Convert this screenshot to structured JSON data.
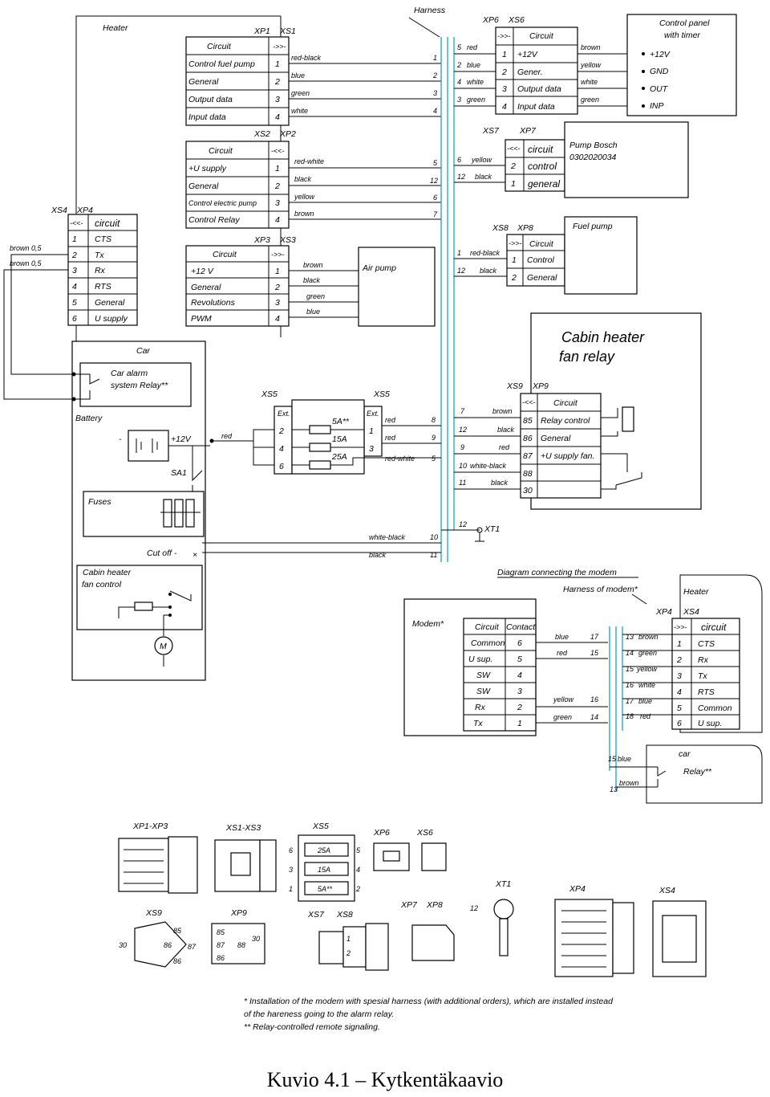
{
  "caption": "Kuvio 4.1 – Kytkentäkaavio",
  "labels": {
    "heater": "Heater",
    "harness": "Harness",
    "xp1": "XP1",
    "xs1": "XS1",
    "xs2": "XS2",
    "xp2": "XP2",
    "xp3": "XP3",
    "xs3": "XS3",
    "xs4": "XS4",
    "xp4": "XP4",
    "xp6": "XP6",
    "xs6": "XS6",
    "xs7": "XS7",
    "xp7": "XP7",
    "xs8": "XS8",
    "xp8": "XP8",
    "xs9": "XS9",
    "xp9": "XP9",
    "xs5": "XS5",
    "xt1": "XT1",
    "control_panel": "Control panel",
    "with_timer": "with timer",
    "pump_bosch": "Pump Bosch",
    "pump_bosch_no": "0302020034",
    "fuel_pump": "Fuel pump",
    "air_pump": "Air pump",
    "cabin_relay_1": "Cabin heater",
    "cabin_relay_2": "fan relay",
    "car": "Car",
    "car_alarm_1": "Car alarm",
    "car_alarm_2": "system Relay**",
    "battery": "Battery",
    "plus12": "+12V",
    "red": "red",
    "sa1": "SA1",
    "fuses": "Fuses",
    "cutoff": "Cut off -",
    "cabin_ctrl_1": "Cabin heater",
    "cabin_ctrl_2": "fan control",
    "brown06a": "brown 0,5",
    "brown06b": "brown 0,5",
    "fuse5": "5A**",
    "fuse15": "15A",
    "fuse25": "25A",
    "ext": "Ext.",
    "diagram_modem": "Diagram connecting the modem",
    "harness_modem": "Harness of modem*",
    "modem": "Modem*",
    "heater2": "Heater",
    "car2": "car",
    "relay2": "Relay**",
    "xp1xp3": "XP1-XP3",
    "xs1xs3": "XS1-XS3",
    "xs5b": "XS5",
    "xp6b": "XP6",
    "xs6b": "XS6",
    "xt1b": "XT1",
    "xp4b": "XP4",
    "xs4b": "XS4",
    "xs9b": "XS9",
    "xp9b": "XP9",
    "xs7b": "XS7",
    "xs8b": "XS8",
    "xp7b": "XP7",
    "xp8b": "XP8",
    "note1": "* Installation of the modem with spesial harness (with additional orders), which are installed instead",
    "note2": "of the hareness going to the alarm relay.",
    "note3": "** Relay-controlled remote signaling."
  },
  "xp1": {
    "header": "Circuit",
    "rows": [
      {
        "name": "Control fuel pump",
        "pin": "1",
        "wire": "red-black",
        "hpin": "1"
      },
      {
        "name": "General",
        "pin": "2",
        "wire": "blue",
        "hpin": "2"
      },
      {
        "name": "Output data",
        "pin": "3",
        "wire": "green",
        "hpin": "3"
      },
      {
        "name": "Input data",
        "pin": "4",
        "wire": "white",
        "hpin": "4"
      }
    ]
  },
  "xp2": {
    "header": "Circuit",
    "rows": [
      {
        "name": "+U supply",
        "pin": "1",
        "wire": "red-white",
        "hpin": "5"
      },
      {
        "name": "General",
        "pin": "2",
        "wire": "black",
        "hpin": "12"
      },
      {
        "name": "Control electric pump",
        "pin": "3",
        "wire": "yellow",
        "hpin": "6"
      },
      {
        "name": "Control Relay",
        "pin": "4",
        "wire": "brown",
        "hpin": "7"
      }
    ]
  },
  "xp3": {
    "header": "Circuit",
    "rows": [
      {
        "name": "+12 V",
        "pin": "1",
        "wire": "brown"
      },
      {
        "name": "General",
        "pin": "2",
        "wire": "black"
      },
      {
        "name": "Revolutions",
        "pin": "3",
        "wire": "green"
      },
      {
        "name": "PWM",
        "pin": "4",
        "wire": "blue"
      }
    ]
  },
  "xp4": {
    "header": "circuit",
    "rows": [
      {
        "pin": "1",
        "name": "CTS"
      },
      {
        "pin": "2",
        "name": "Tx"
      },
      {
        "pin": "3",
        "name": "Rx"
      },
      {
        "pin": "4",
        "name": "RTS"
      },
      {
        "pin": "5",
        "name": "General"
      },
      {
        "pin": "6",
        "name": "U supply"
      }
    ]
  },
  "xp6": {
    "header": "Circuit",
    "rows": [
      {
        "hpin": "5",
        "hwire": "red",
        "pin": "1",
        "name": "+12V",
        "wire": "brown"
      },
      {
        "hpin": "2",
        "hwire": "blue",
        "pin": "2",
        "name": "Gener.",
        "wire": "yellow"
      },
      {
        "hpin": "4",
        "hwire": "white",
        "pin": "3",
        "name": "Output data",
        "wire": "white"
      },
      {
        "hpin": "3",
        "hwire": "green",
        "pin": "4",
        "name": "Input data",
        "wire": "green"
      }
    ],
    "panel": [
      "+12V",
      "GND",
      "OUT",
      "INP"
    ]
  },
  "xp7": {
    "header": "circuit",
    "rows": [
      {
        "hpin": "6",
        "hwire": "yellow",
        "pin": "2",
        "name": "control"
      },
      {
        "hpin": "12",
        "hwire": "black",
        "pin": "1",
        "name": "general"
      }
    ]
  },
  "xp8": {
    "header": "Circuit",
    "rows": [
      {
        "hpin": "1",
        "hwire": "red-black",
        "pin": "1",
        "name": "Control"
      },
      {
        "hpin": "12",
        "hwire": "black",
        "pin": "2",
        "name": "General"
      }
    ]
  },
  "xp9": {
    "header": "Circuit",
    "rows": [
      {
        "hpin": "7",
        "hwire": "brown",
        "pin": "85",
        "name": "Relay control"
      },
      {
        "hpin": "12",
        "hwire": "black",
        "pin": "86",
        "name": "General"
      },
      {
        "hpin": "9",
        "hwire": "red",
        "pin": "87",
        "name": "+U supply fan."
      },
      {
        "hpin": "10",
        "hwire": "white-black",
        "pin": "88",
        "name": ""
      },
      {
        "hpin": "11",
        "hwire": "black",
        "pin": "30",
        "name": ""
      }
    ]
  },
  "xs5": {
    "left": [
      "2",
      "4",
      "6"
    ],
    "right": [
      {
        "pin": "1",
        "wire": "red",
        "hpin": "8"
      },
      {
        "pin": "3",
        "wire": "red",
        "hpin": "9"
      },
      {
        "pin": "",
        "wire": "red-white",
        "hpin": "5"
      }
    ]
  },
  "xt1": {
    "hpin": "12"
  },
  "cutoff_wires": [
    {
      "wire": "white-black",
      "hpin": "10"
    },
    {
      "wire": "black",
      "hpin": "11"
    }
  ],
  "modem_table": {
    "header": [
      "Circuit",
      "Contact"
    ],
    "rows": [
      {
        "name": "Common",
        "pin": "6",
        "wire": "blue",
        "wpin": "17"
      },
      {
        "name": "U sup.",
        "pin": "5",
        "wire": "red",
        "wpin": "15"
      },
      {
        "name": "SW",
        "pin": "4",
        "wire": "",
        "wpin": ""
      },
      {
        "name": "SW",
        "pin": "3",
        "wire": "",
        "wpin": ""
      },
      {
        "name": "Rx",
        "pin": "2",
        "wire": "yellow",
        "wpin": "16"
      },
      {
        "name": "Tx",
        "pin": "1",
        "wire": "green",
        "wpin": "14"
      }
    ]
  },
  "modem_harness": [
    {
      "pin": "13",
      "wire": "brown"
    },
    {
      "pin": "14",
      "wire": "green"
    },
    {
      "pin": "15",
      "wire": "yellow"
    },
    {
      "pin": "16",
      "wire": "white"
    },
    {
      "pin": "17",
      "wire": "blue"
    },
    {
      "pin": "18",
      "wire": "red"
    }
  ],
  "xs4_right": {
    "header": "circuit",
    "rows": [
      {
        "pin": "1",
        "name": "CTS"
      },
      {
        "pin": "2",
        "name": "Rx"
      },
      {
        "pin": "3",
        "name": "Tx"
      },
      {
        "pin": "4",
        "name": "RTS"
      },
      {
        "pin": "5",
        "name": "Common"
      },
      {
        "pin": "6",
        "name": "U sup."
      }
    ]
  },
  "car_relay_wires": [
    {
      "pin": "15",
      "wire": "blue"
    },
    {
      "pin": "13",
      "wire": "brown"
    }
  ],
  "bottom_pins": {
    "xs5": [
      "6",
      "3",
      "1",
      "5",
      "4",
      "2"
    ],
    "xs5_fuses": [
      "25A",
      "15A",
      "5A**"
    ],
    "xs9": [
      "85",
      "86",
      "87",
      "30",
      "86"
    ],
    "xp9": [
      "85",
      "87",
      "88",
      "30",
      "86"
    ],
    "xs8_pins": [
      "1",
      "2"
    ],
    "xt1_pin": "12"
  }
}
